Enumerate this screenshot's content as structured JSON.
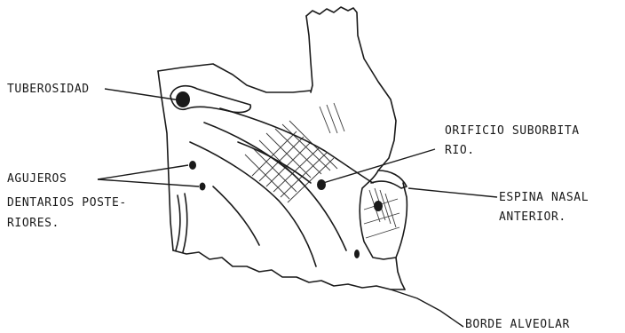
{
  "figure": {
    "labels": {
      "tuberosidad": "TUBEROSIDAD",
      "agujeros": "AGUJEROS",
      "dentarios_l1": "DENTARIOS POSTE-",
      "dentarios_l2": "RIORES.",
      "orificio_l1": "ORIFICIO SUBORBITA",
      "orificio_l2": "RIO.",
      "espina_l1": "ESPINA NASAL",
      "espina_l2": "ANTERIOR.",
      "borde": "BORDE ALVEOLAR"
    },
    "colors": {
      "ink": "#1a1a1a",
      "paper": "#ffffff"
    }
  }
}
